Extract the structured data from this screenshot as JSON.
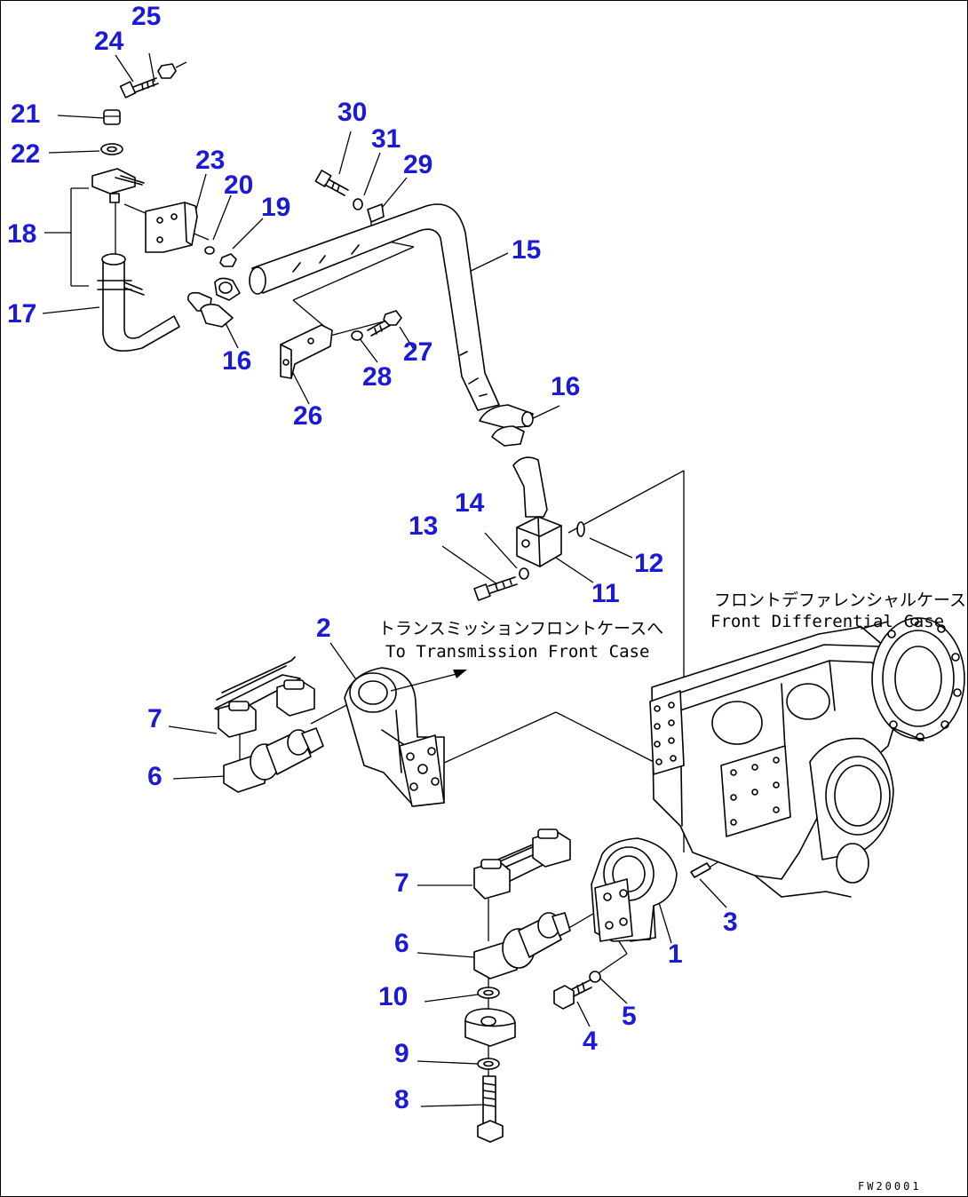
{
  "callouts": {
    "c1": "1",
    "c2": "2",
    "c3": "3",
    "c4": "4",
    "c5": "5",
    "c6a": "6",
    "c6b": "6",
    "c7a": "7",
    "c7b": "7",
    "c8": "8",
    "c9": "9",
    "c10": "10",
    "c11": "11",
    "c12": "12",
    "c13": "13",
    "c14": "14",
    "c15": "15",
    "c16a": "16",
    "c16b": "16",
    "c17": "17",
    "c18": "18",
    "c19": "19",
    "c20": "20",
    "c21": "21",
    "c22": "22",
    "c23": "23",
    "c24": "24",
    "c25": "25",
    "c26": "26",
    "c27": "27",
    "c28": "28",
    "c29": "29",
    "c30": "30",
    "c31": "31"
  },
  "notes": {
    "transmission_jp": "トランスミッションフロントケースへ",
    "transmission_en": "To Transmission Front Case",
    "differential_jp": "フロントデファレンシャルケース",
    "differential_en": "Front Differential Case"
  },
  "drawing_code": "FW20001",
  "colors": {
    "callout": "#1a1ad8",
    "line": "#000000"
  }
}
